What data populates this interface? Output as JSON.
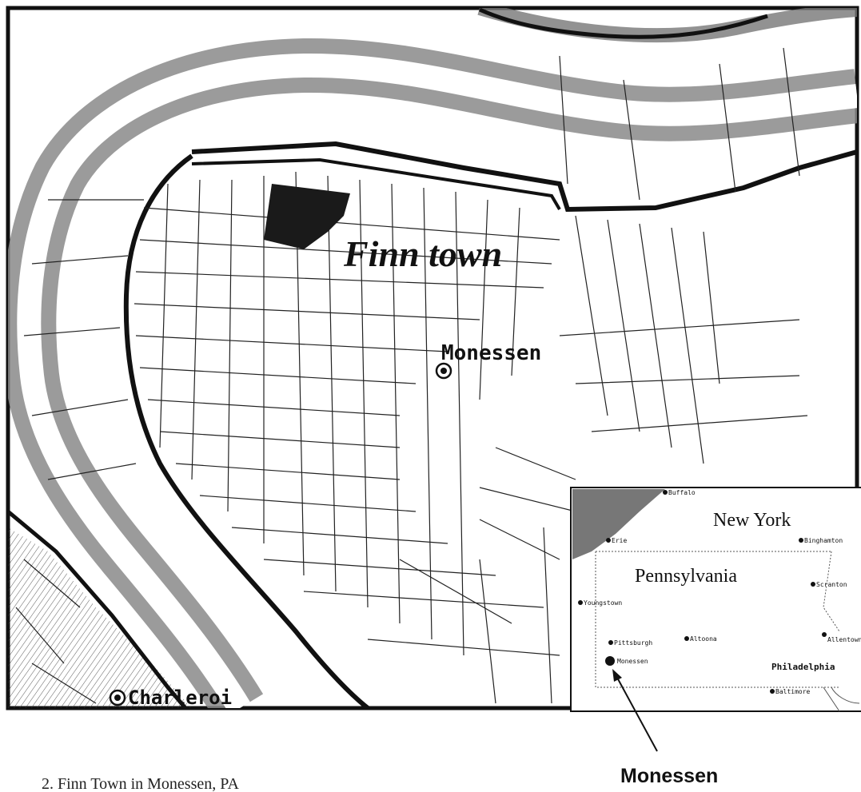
{
  "map": {
    "main": {
      "label_finn_town": "Finn town",
      "label_monessen": "Monessen",
      "label_charleroi": "Charleroi"
    },
    "inset": {
      "states": [
        "New York",
        "Pennsylvania"
      ],
      "cities": [
        "Buffalo",
        "Erie",
        "Binghamton",
        "Scranton",
        "Youngstown",
        "Pittsburgh",
        "Altoona",
        "Allentown",
        "Monessen",
        "Philadelphia",
        "Baltimore"
      ]
    },
    "pointer_label": "Monessen"
  },
  "caption": "2. Finn Town in Monessen, PA",
  "colors": {
    "ink": "#111111",
    "river": "#8a8a8a",
    "paper": "#ffffff"
  }
}
